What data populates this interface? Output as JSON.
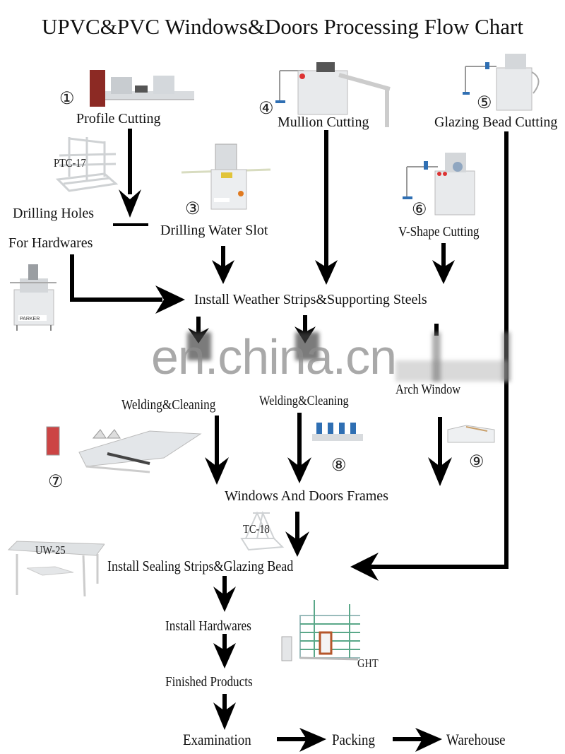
{
  "title": "UPVC&PVC Windows&Doors Processing Flow Chart",
  "steps": {
    "profile_cutting": {
      "number": "①",
      "label": "Profile Cutting"
    },
    "drilling_holes": {
      "label_line1": "Drilling Holes",
      "label_line2": "For Hardwares"
    },
    "drilling_water_slot": {
      "number": "③",
      "label": "Drilling Water Slot"
    },
    "mullion_cutting": {
      "number": "④",
      "label": "Mullion Cutting"
    },
    "glazing_bead_cutting": {
      "number": "⑤",
      "label": "Glazing Bead Cutting"
    },
    "v_shape_cutting": {
      "number": "⑥",
      "label": "V-Shape Cutting"
    },
    "install_weather_strips": {
      "label": "Install Weather Strips&Supporting Steels"
    },
    "welding_cleaning_1": {
      "number": "⑦",
      "label": "Welding&Cleaning"
    },
    "welding_cleaning_2": {
      "number": "⑧",
      "label": "Welding&Cleaning"
    },
    "arch_window": {
      "number": "⑨",
      "label": "Arch Window"
    },
    "frames": {
      "label": "Windows And Doors Frames"
    },
    "install_sealing": {
      "label": "Install  Sealing Strips&Glazing Bead"
    },
    "install_hardwares": {
      "label": "Install Hardwares"
    },
    "finished_products": {
      "label": "Finished Products"
    },
    "examination": {
      "label": "Examination"
    },
    "packing": {
      "label": "Packing"
    },
    "warehouse": {
      "label": "Warehouse"
    }
  },
  "models": {
    "ptc": "PTC-17",
    "tc": "TC-18",
    "uw": "UW-25",
    "ght": "GHT"
  },
  "machine_brand": "PARKER",
  "watermark": "en.china.cn",
  "colors": {
    "arrow": "#000000",
    "machine_body": "#e6e8ea",
    "machine_red": "#8c2a24",
    "machine_blue": "#2f6fb3",
    "watermark": "#8c8c8c",
    "glass_rack_green": "#5aa889",
    "door_frame": "#b5562a"
  }
}
